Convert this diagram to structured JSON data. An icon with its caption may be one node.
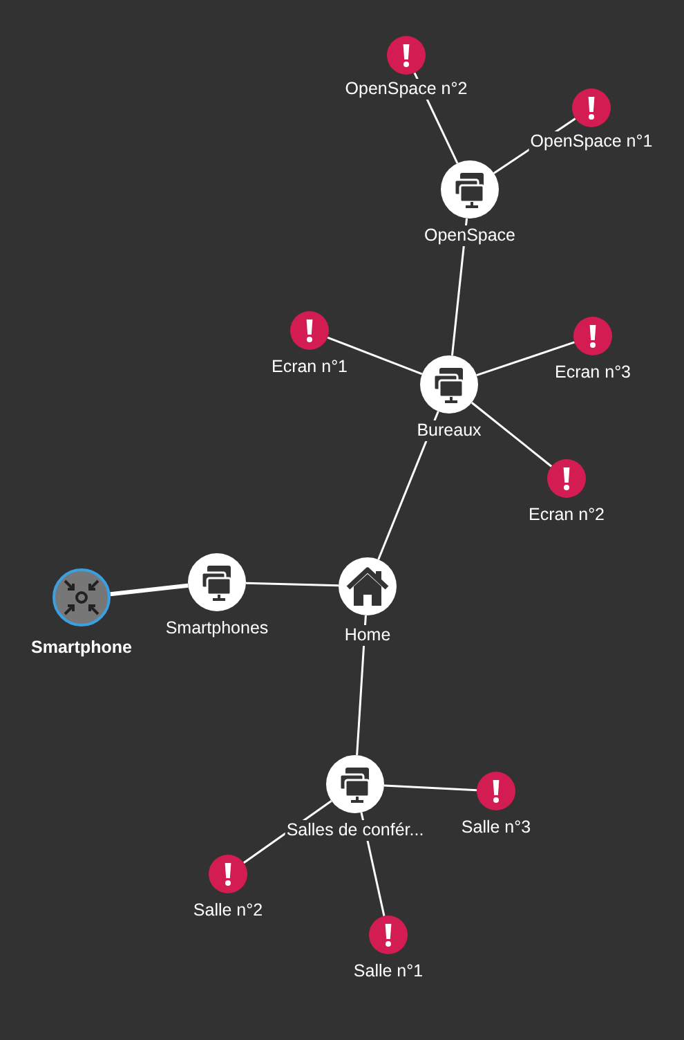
{
  "diagram": {
    "nodes": [
      {
        "text": [
          "Smartphone"
        ]
      },
      {
        "text": [
          "Smartphones"
        ]
      },
      {
        "text": [
          "Home"
        ]
      },
      {
        "text": [
          "Bureaux"
        ]
      },
      {
        "text": [
          "OpenSpace"
        ]
      },
      {
        "text": [
          "OpenSpace n°2"
        ]
      },
      {
        "text": [
          "OpenSpace n°1"
        ]
      },
      {
        "text": [
          "Ecran n°1"
        ]
      },
      {
        "text": [
          "Ecran n°3"
        ]
      },
      {
        "text": [
          "Ecran n°2"
        ]
      },
      {
        "text": [
          "Salles de confér..."
        ]
      },
      {
        "text": [
          "Salle n°3"
        ]
      },
      {
        "text": [
          "Salle n°2"
        ]
      },
      {
        "text": [
          "Salle n°1"
        ]
      }
    ],
    "edges": [
      {
        "from": 0,
        "to": 1,
        "arrow": "none",
        "style": "thick"
      },
      {
        "from": 1,
        "to": 2,
        "arrow": "none"
      },
      {
        "from": 2,
        "to": 3,
        "arrow": "none"
      },
      {
        "from": 3,
        "to": 4,
        "arrow": "none"
      },
      {
        "from": 4,
        "to": 5,
        "arrow": "none"
      },
      {
        "from": 4,
        "to": 6,
        "arrow": "none"
      },
      {
        "from": 3,
        "to": 7,
        "arrow": "none"
      },
      {
        "from": 3,
        "to": 8,
        "arrow": "none"
      },
      {
        "from": 3,
        "to": 9,
        "arrow": "none"
      },
      {
        "from": 2,
        "to": 10,
        "arrow": "none"
      },
      {
        "from": 10,
        "to": 11,
        "arrow": "none"
      },
      {
        "from": 10,
        "to": 12,
        "arrow": "none"
      },
      {
        "from": 10,
        "to": 13,
        "arrow": "none"
      }
    ]
  }
}
